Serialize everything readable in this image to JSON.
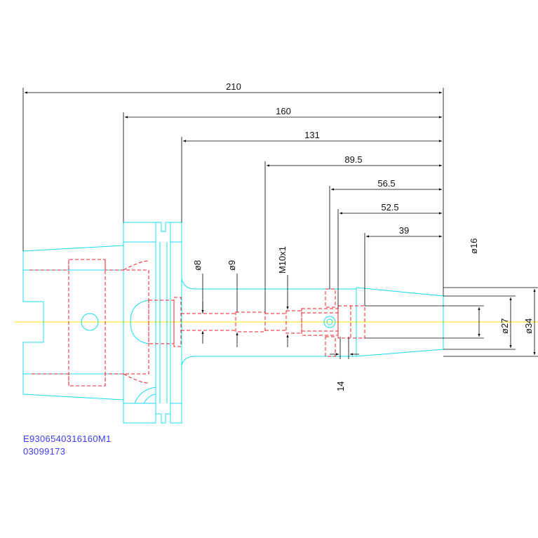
{
  "dimensions": {
    "d210": "210",
    "d160": "160",
    "d131": "131",
    "d89_5": "89.5",
    "d56_5": "56.5",
    "d52_5": "52.5",
    "d39": "39",
    "dia8": "ø8",
    "dia9": "ø9",
    "thread": "M10x1",
    "dia16": "ø16",
    "dia27": "ø27",
    "dia34": "ø34",
    "d14": "14"
  },
  "info": {
    "part_code": "E9306540316160M1",
    "order_code": "03099173"
  },
  "colors": {
    "outline": "#19dcf0",
    "hidden": "#ee1c24",
    "centerline": "#ffe600",
    "dimension": "#000000",
    "info_text": "#3d3df2"
  }
}
